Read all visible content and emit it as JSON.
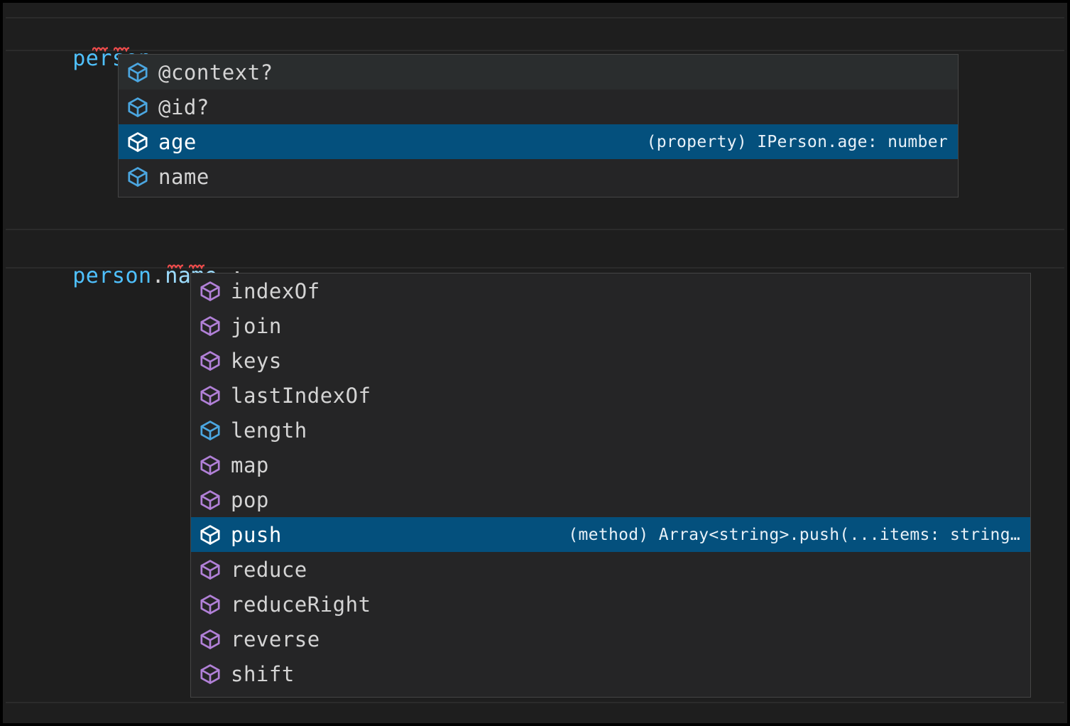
{
  "editor": {
    "background": "#1E1E1E",
    "code_lines": [
      {
        "id": "line-1",
        "segments": [
          {
            "text": "person",
            "kind": "variable",
            "color": "#4FC1FF"
          },
          {
            "text": ".",
            "kind": "punctuation",
            "color": "#D4D4D4"
          },
          {
            "text": ";",
            "kind": "punctuation",
            "color": "#D4D4D4"
          }
        ],
        "plain": "person.;"
      },
      {
        "id": "line-2",
        "segments": [
          {
            "text": "person",
            "kind": "variable",
            "color": "#4FC1FF"
          },
          {
            "text": ".",
            "kind": "punctuation",
            "color": "#D4D4D4"
          },
          {
            "text": "name",
            "kind": "property",
            "color": "#9CDCFE"
          },
          {
            "text": ".",
            "kind": "punctuation",
            "color": "#D4D4D4"
          },
          {
            "text": ";",
            "kind": "punctuation",
            "color": "#D4D4D4"
          }
        ],
        "plain": "person.name.;"
      }
    ]
  },
  "colors": {
    "widget_background": "#252526",
    "widget_border": "#454545",
    "selected_row": "#04507D",
    "hover_row": "#2A2D2E",
    "property_icon": "#4BA6E0",
    "method_icon": "#B180D7",
    "text": "#D4D4D4",
    "error_squiggle": "#F14C4C"
  },
  "suggest_widgets": [
    {
      "id": "suggest-person",
      "anchor_line": "person.;",
      "items": [
        {
          "label": "@context?",
          "icon": "property-cube-icon",
          "icon_kind": "property",
          "state": "hover",
          "detail": ""
        },
        {
          "label": "@id?",
          "icon": "property-cube-icon",
          "icon_kind": "property",
          "state": "normal",
          "detail": ""
        },
        {
          "label": "age",
          "icon": "property-cube-icon",
          "icon_kind": "property",
          "state": "selected",
          "detail": "(property) IPerson.age: number"
        },
        {
          "label": "name",
          "icon": "property-cube-icon",
          "icon_kind": "property",
          "state": "normal",
          "detail": ""
        }
      ]
    },
    {
      "id": "suggest-person-name",
      "anchor_line": "person.name.;",
      "items": [
        {
          "label": "indexOf",
          "icon": "method-cube-icon",
          "icon_kind": "method",
          "state": "normal",
          "detail": ""
        },
        {
          "label": "join",
          "icon": "method-cube-icon",
          "icon_kind": "method",
          "state": "normal",
          "detail": ""
        },
        {
          "label": "keys",
          "icon": "method-cube-icon",
          "icon_kind": "method",
          "state": "normal",
          "detail": ""
        },
        {
          "label": "lastIndexOf",
          "icon": "method-cube-icon",
          "icon_kind": "method",
          "state": "normal",
          "detail": ""
        },
        {
          "label": "length",
          "icon": "property-cube-icon",
          "icon_kind": "property",
          "state": "normal",
          "detail": ""
        },
        {
          "label": "map",
          "icon": "method-cube-icon",
          "icon_kind": "method",
          "state": "normal",
          "detail": ""
        },
        {
          "label": "pop",
          "icon": "method-cube-icon",
          "icon_kind": "method",
          "state": "normal",
          "detail": ""
        },
        {
          "label": "push",
          "icon": "method-cube-icon",
          "icon_kind": "method",
          "state": "selected",
          "detail": "(method) Array<string>.push(...items: string…"
        },
        {
          "label": "reduce",
          "icon": "method-cube-icon",
          "icon_kind": "method",
          "state": "normal",
          "detail": ""
        },
        {
          "label": "reduceRight",
          "icon": "method-cube-icon",
          "icon_kind": "method",
          "state": "normal",
          "detail": ""
        },
        {
          "label": "reverse",
          "icon": "method-cube-icon",
          "icon_kind": "method",
          "state": "normal",
          "detail": ""
        },
        {
          "label": "shift",
          "icon": "method-cube-icon",
          "icon_kind": "method",
          "state": "normal",
          "detail": ""
        }
      ]
    }
  ]
}
